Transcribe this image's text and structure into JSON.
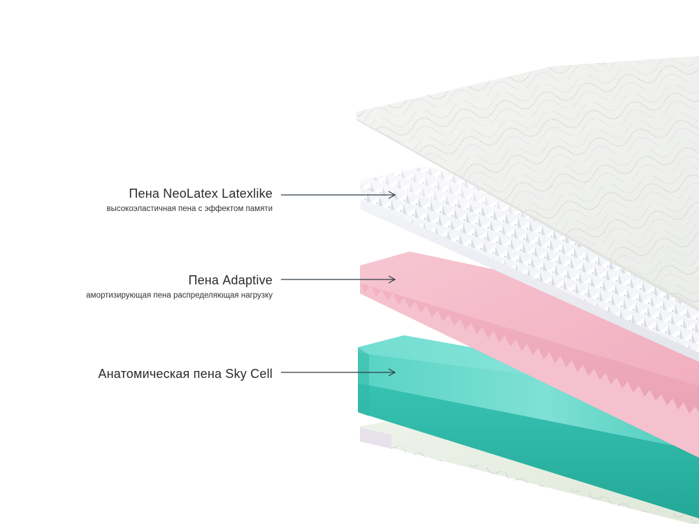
{
  "layers": [
    {
      "title": "Пена NeoLatex Latexlike",
      "subtitle": "высокоэластичная пена с эффектом памяти"
    },
    {
      "title": "Пена Adaptive",
      "subtitle": "амортизирующая пена распределяющая нагрузку"
    },
    {
      "title": "Анатомическая пена Sky Cell",
      "subtitle": ""
    }
  ],
  "colors": {
    "background": "#ffffff",
    "cover": "#f2f2f0",
    "egg_crate": "#f6f7fa",
    "adaptive_foam": "#f4b9c8",
    "sky_cell_foam": "#3fc9b8",
    "bottom_cover": "#e9f0e4",
    "arrow": "#2f3a44"
  }
}
